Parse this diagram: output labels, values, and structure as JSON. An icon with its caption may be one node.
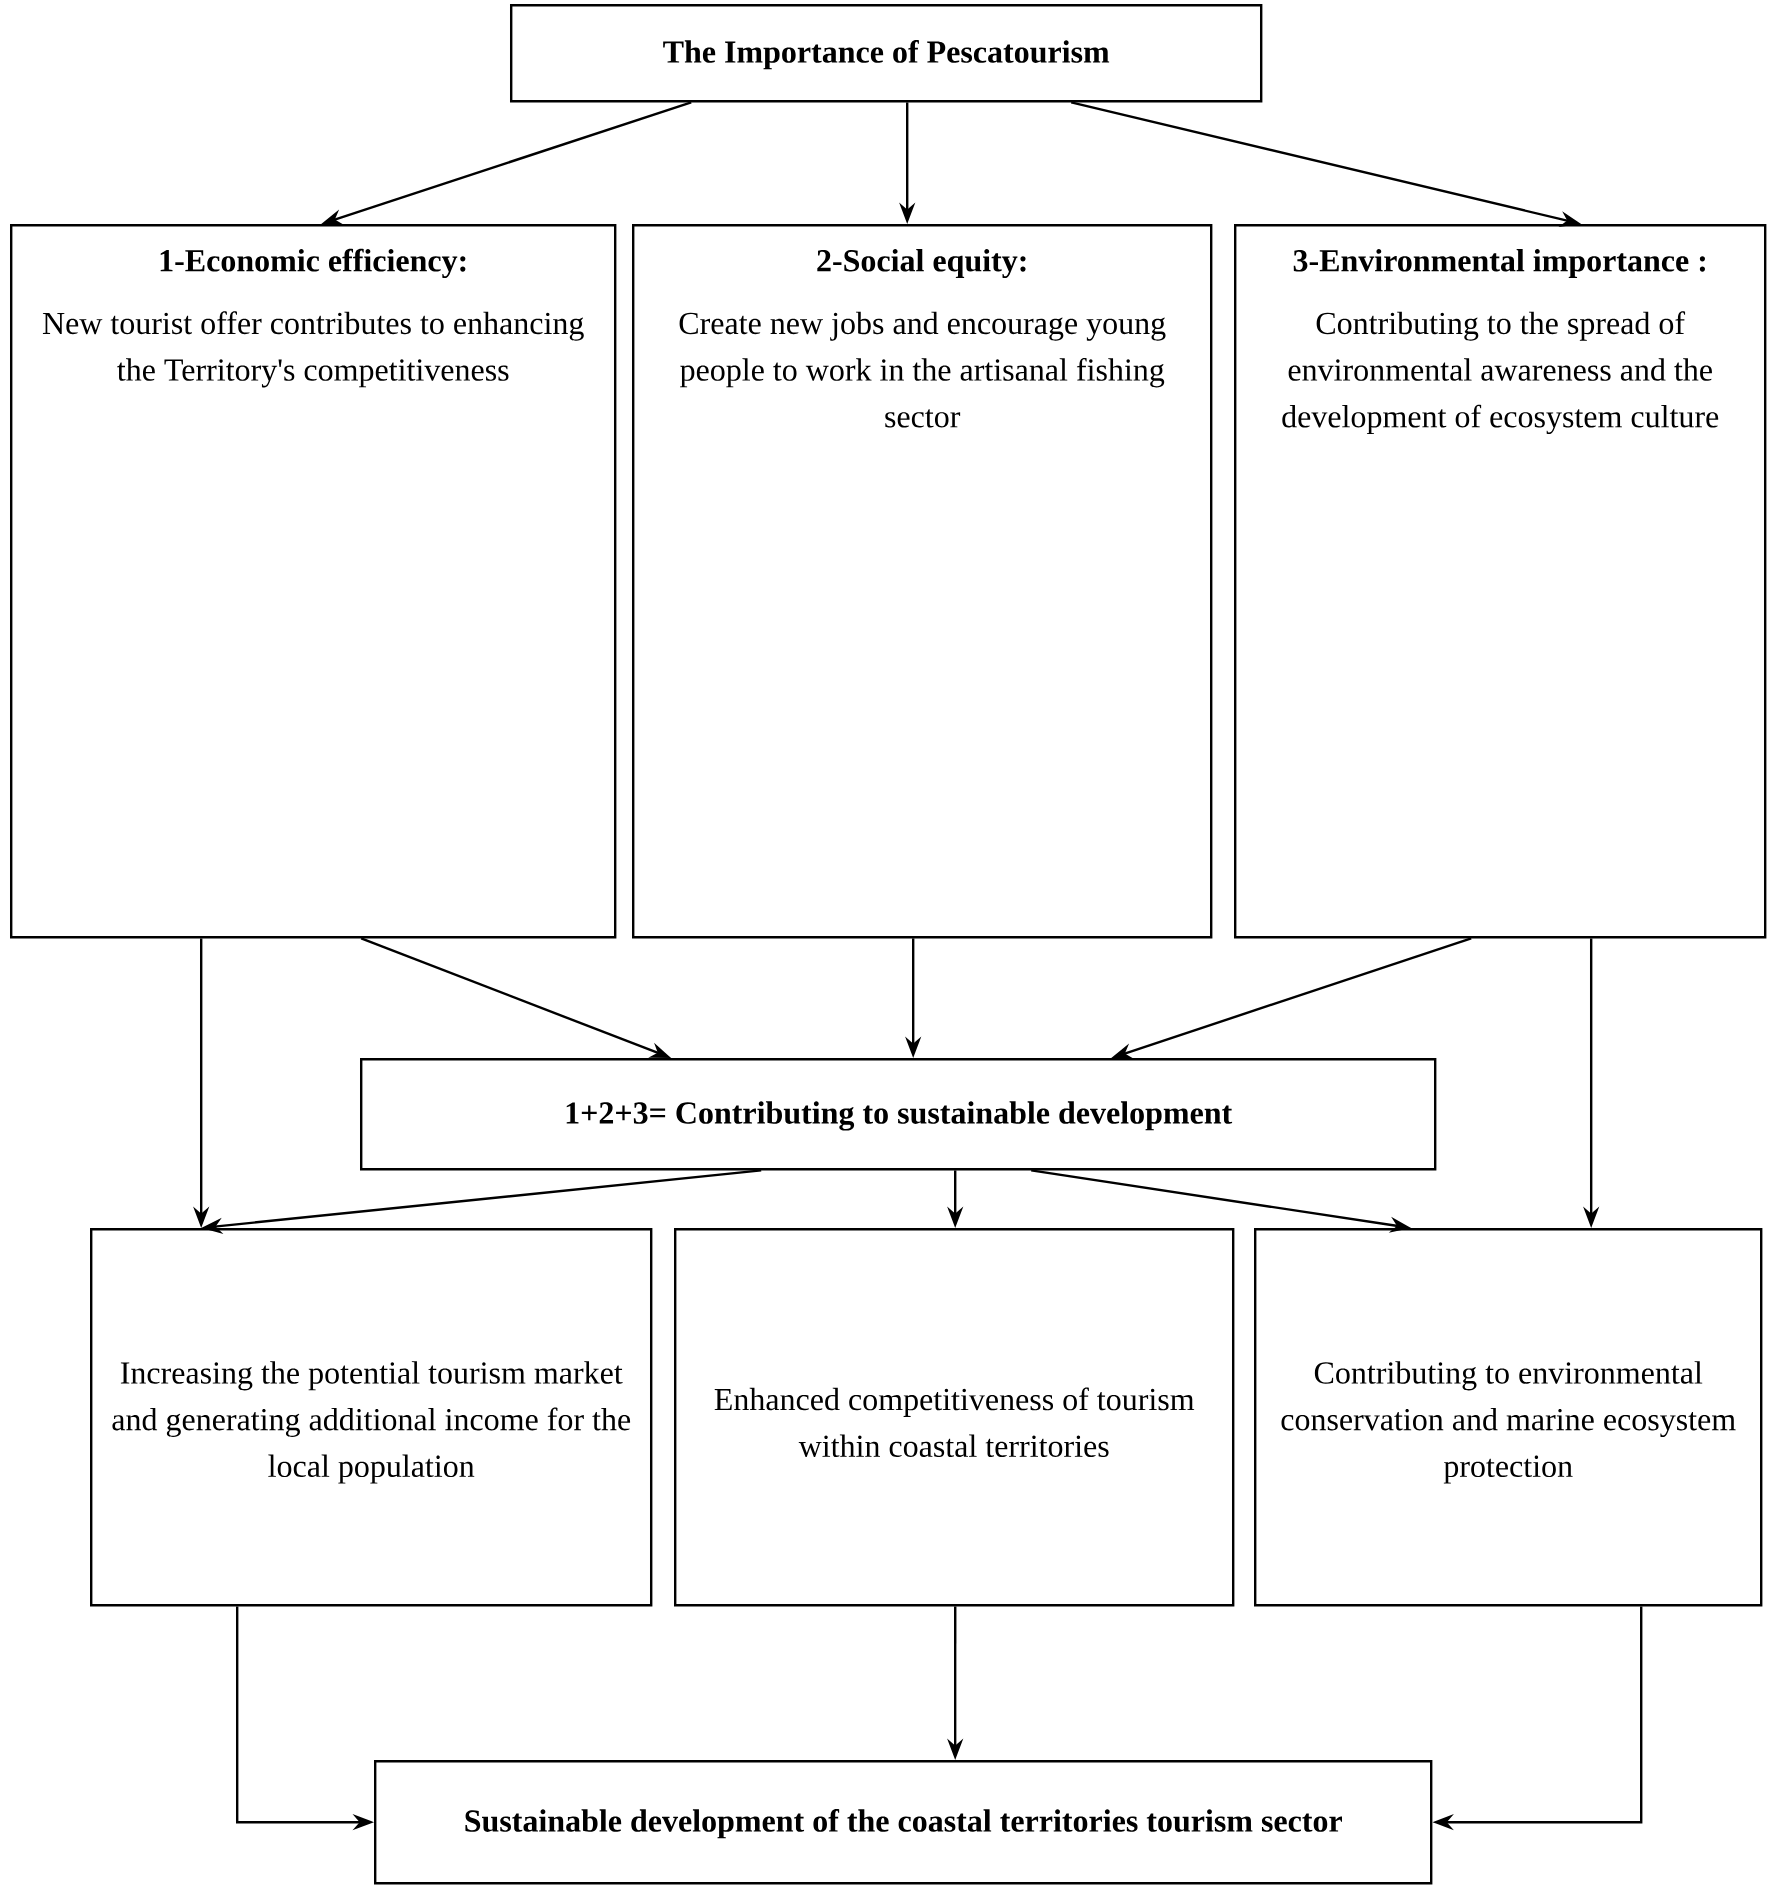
{
  "diagram": {
    "nodes": [
      {
        "text": [
          "The Importance of Pescatourism"
        ]
      },
      {
        "text": [
          "1-Economic efficiency:",
          "New tourist offer contributes to enhancing the Territory's competitiveness"
        ]
      },
      {
        "text": [
          "2-Social equity:",
          "Create new jobs and encourage young people to work in the artisanal fishing sector"
        ]
      },
      {
        "text": [
          "3-Environmental importance :",
          "Contributing to the spread of environmental awareness and the development of ecosystem culture"
        ]
      },
      {
        "text": [
          "1+2+3= Contributing to sustainable development"
        ]
      },
      {
        "text": [
          "Increasing the potential tourism market and generating additional income for the local population"
        ]
      },
      {
        "text": [
          "Enhanced competitiveness of tourism within coastal territories"
        ]
      },
      {
        "text": [
          "Contributing to environmental conservation and marine ecosystem protection"
        ]
      },
      {
        "text": [
          "Sustainable development of the coastal territories tourism sector"
        ]
      }
    ],
    "edges": [
      {
        "from": 0,
        "to": 1,
        "arrow": "to"
      },
      {
        "from": 0,
        "to": 2,
        "arrow": "to"
      },
      {
        "from": 0,
        "to": 3,
        "arrow": "to"
      },
      {
        "from": 1,
        "to": 5,
        "arrow": "to"
      },
      {
        "from": 1,
        "to": 4,
        "arrow": "to"
      },
      {
        "from": 2,
        "to": 4,
        "arrow": "to"
      },
      {
        "from": 3,
        "to": 4,
        "arrow": "to"
      },
      {
        "from": 3,
        "to": 7,
        "arrow": "to"
      },
      {
        "from": 4,
        "to": 5,
        "arrow": "to"
      },
      {
        "from": 4,
        "to": 6,
        "arrow": "to"
      },
      {
        "from": 4,
        "to": 7,
        "arrow": "to"
      },
      {
        "from": 5,
        "to": 8,
        "arrow": "to"
      },
      {
        "from": 6,
        "to": 8,
        "arrow": "to"
      },
      {
        "from": 7,
        "to": 8,
        "arrow": "to"
      }
    ]
  }
}
